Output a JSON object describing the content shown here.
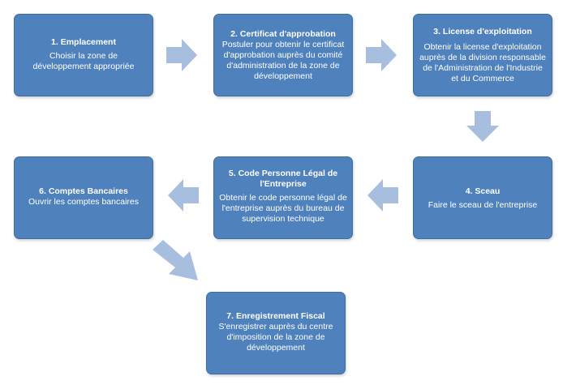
{
  "colors": {
    "box_fill": "#4F81BD",
    "box_border": "#3E6CA4",
    "arrow_fill": "#A7BEDF"
  },
  "steps": [
    {
      "title": "1. Emplacement",
      "body": "Choisir la zone de développement appropriée"
    },
    {
      "title": "2. Certificat d'approbation",
      "body": "Postuler pour obtenir le certificat d'approbation auprès du comité d'administration de la zone de développement"
    },
    {
      "title": "3. License d'exploitation",
      "body": "Obtenir la license d'exploitation auprès de la division responsable de l'Administration de l'Industrie et du Commerce"
    },
    {
      "title": "4. Sceau",
      "body": "Faire le sceau de l'entreprise"
    },
    {
      "title": "5. Code Personne Légal de l'Entreprise",
      "body": "Obtenir le code personne légal de l'entreprise auprès du bureau de supervision technique"
    },
    {
      "title": "6. Comptes Bancaires",
      "body": "Ouvrir les comptes bancaires"
    },
    {
      "title": "7. Enregistrement Fiscal",
      "body": "S'enregistrer auprès du centre d'imposition de la zone de développement"
    }
  ],
  "arrows": [
    {
      "from": 1,
      "to": 2,
      "direction": "right"
    },
    {
      "from": 2,
      "to": 3,
      "direction": "right"
    },
    {
      "from": 3,
      "to": 4,
      "direction": "down"
    },
    {
      "from": 4,
      "to": 5,
      "direction": "left"
    },
    {
      "from": 5,
      "to": 6,
      "direction": "left"
    },
    {
      "from": 6,
      "to": 7,
      "direction": "down-right"
    }
  ]
}
